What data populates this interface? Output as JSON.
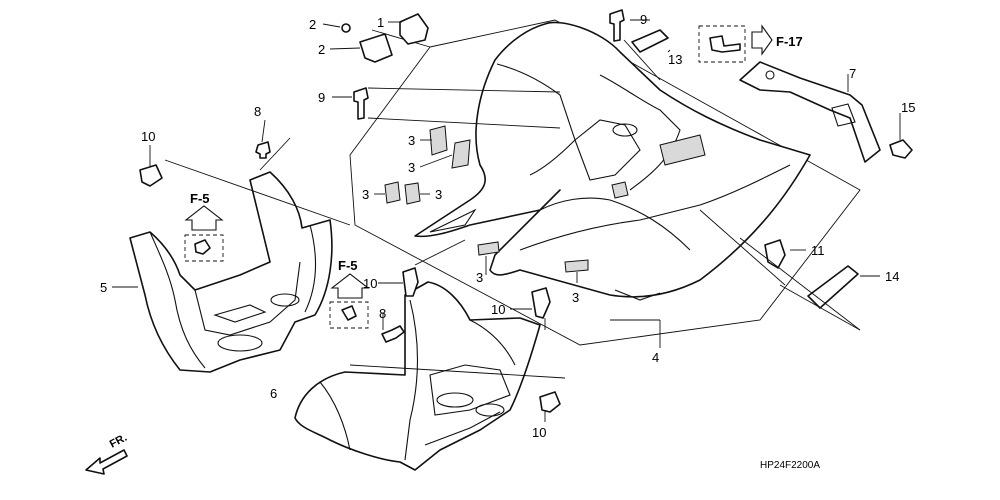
{
  "callouts": {
    "c1": "1",
    "c2a": "2",
    "c2b": "2",
    "c3a": "3",
    "c3b": "3",
    "c3c": "3",
    "c3d": "3",
    "c3e": "3",
    "c3f": "3",
    "c4": "4",
    "c5": "5",
    "c6": "6",
    "c7": "7",
    "c8a": "8",
    "c8b": "8",
    "c9a": "9",
    "c9b": "9",
    "c10a": "10",
    "c10b": "10",
    "c10c": "10",
    "c10d": "10",
    "c11": "11",
    "c13": "13",
    "c14": "14",
    "c15": "15"
  },
  "references": {
    "f17": "F-17",
    "f5a": "F-5",
    "f5b": "F-5"
  },
  "direction_label": "FR.",
  "diagram_code": "HP24F2200A"
}
